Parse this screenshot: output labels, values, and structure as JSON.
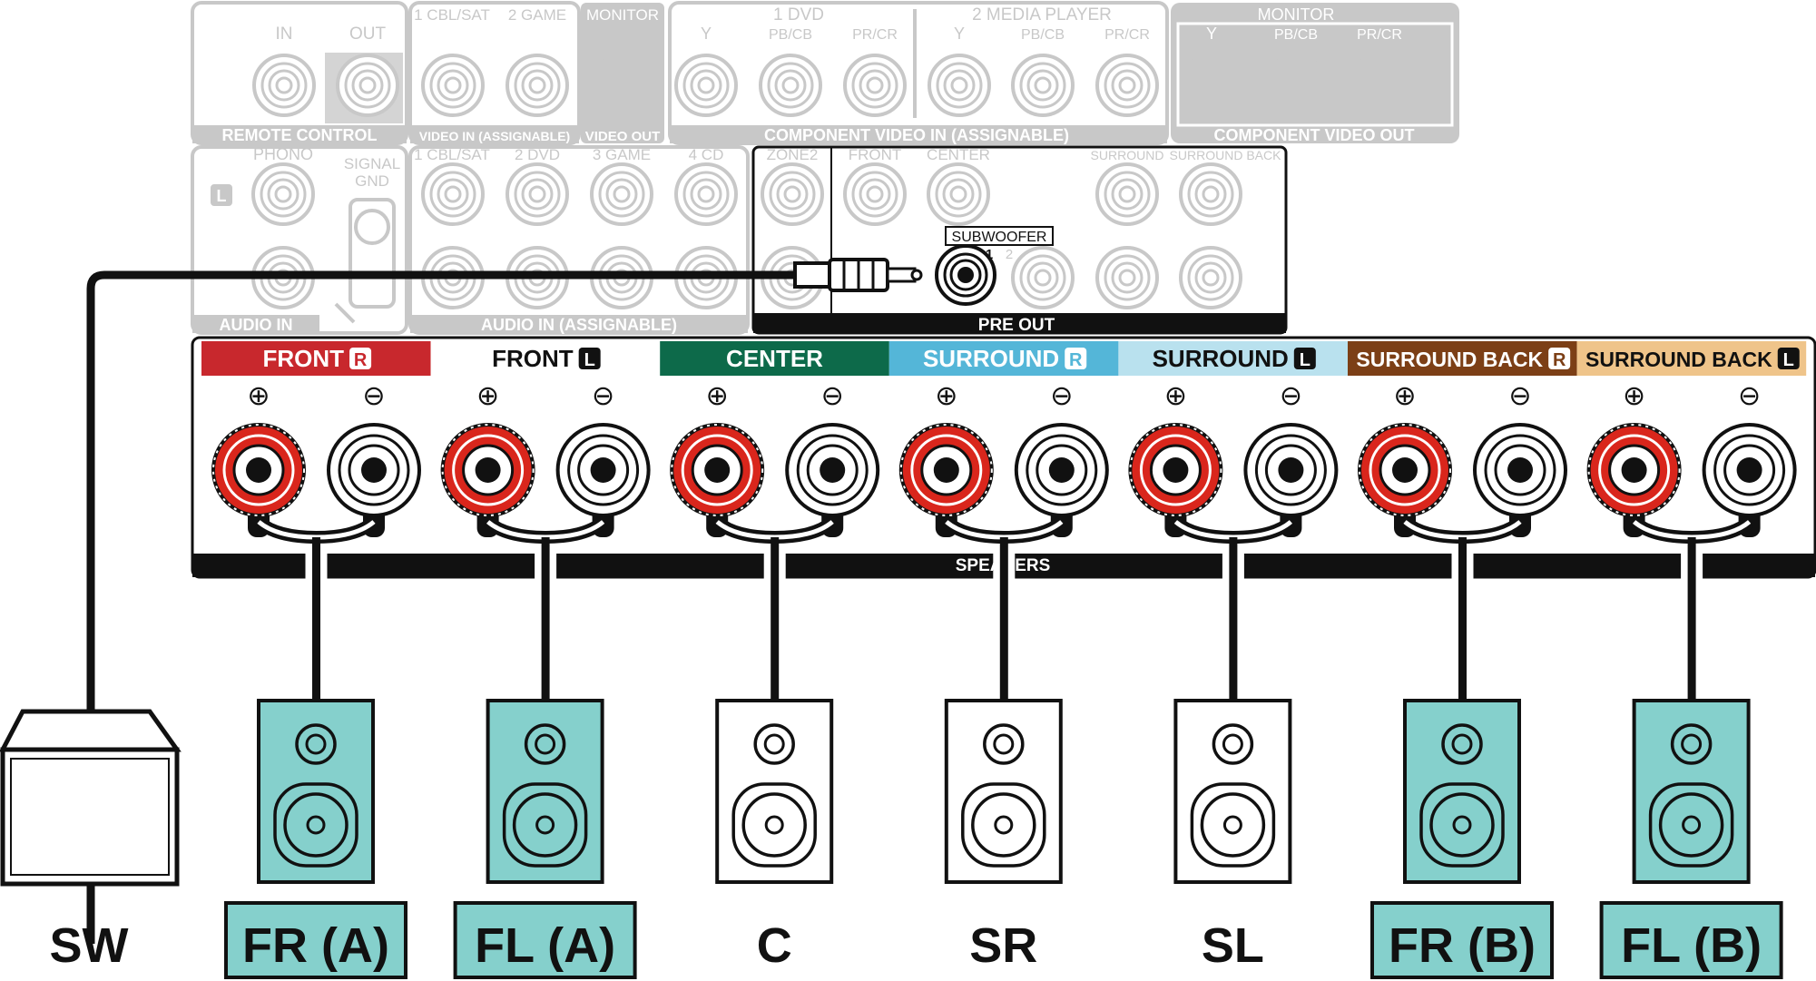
{
  "colors": {
    "faded_stroke": "#c8c8c8",
    "faded_fill": "#c8c8c8",
    "dark": "#111111",
    "red_terminal": "#d9261c",
    "speaker_teal": "#85d0cc",
    "front_r": "#c8282d",
    "center": "#0d6a4a",
    "surround_r": "#54b6d8",
    "surround_l": "#b9e1ee",
    "surround_back_r": "#7c3f16",
    "surround_back_l": "#efc48a"
  },
  "panel_top": {
    "remote_in": "IN",
    "remote_out": "OUT",
    "remote_label": "REMOTE CONTROL",
    "video_in_1": "1 CBL/SAT",
    "video_in_2": "2 GAME",
    "video_in_label": "VIDEO IN (ASSIGNABLE)",
    "video_out_monitor": "MONITOR",
    "video_out_label": "VIDEO OUT",
    "comp_in_1": "1 DVD",
    "comp_in_2": "2 MEDIA PLAYER",
    "comp_y": "Y",
    "comp_pb": "PB/CB",
    "comp_pr": "PR/CR",
    "comp_in_label": "COMPONENT VIDEO IN (ASSIGNABLE)",
    "comp_out_monitor": "MONITOR",
    "comp_out_label": "COMPONENT VIDEO OUT"
  },
  "panel_mid": {
    "phono": "PHONO",
    "l_badge": "L",
    "signal_gnd_1": "SIGNAL",
    "signal_gnd_2": "GND",
    "audio_in_label": "AUDIO IN",
    "ain_1": "1 CBL/SAT",
    "ain_2": "2 DVD",
    "ain_3": "3 GAME",
    "ain_4": "4 CD",
    "audio_in_assign_label": "AUDIO IN (ASSIGNABLE)",
    "zone2": "ZONE2",
    "front": "FRONT",
    "center": "CENTER",
    "surround": "SURROUND",
    "surround_back": "SURROUND BACK",
    "subwoofer": "SUBWOOFER",
    "sub_1": "1",
    "sub_2": "2",
    "pre_out_label": "PRE OUT"
  },
  "speaker_terminals": {
    "plus": "⊕",
    "minus": "⊖",
    "speakers_label": "SPEAKERS",
    "channels": [
      {
        "name": "FRONT",
        "badge": "R",
        "color": "#c8282d",
        "text_color": "#ffffff"
      },
      {
        "name": "FRONT",
        "badge": "L",
        "color": "#ffffff",
        "text_color": "#111111"
      },
      {
        "name": "CENTER",
        "badge": "",
        "color": "#0d6a4a",
        "text_color": "#ffffff"
      },
      {
        "name": "SURROUND",
        "badge": "R",
        "color": "#54b6d8",
        "text_color": "#ffffff"
      },
      {
        "name": "SURROUND",
        "badge": "L",
        "color": "#b9e1ee",
        "text_color": "#111111"
      },
      {
        "name": "SURROUND BACK",
        "badge": "R",
        "color": "#7c3f16",
        "text_color": "#ffffff"
      },
      {
        "name": "SURROUND BACK",
        "badge": "L",
        "color": "#efc48a",
        "text_color": "#111111"
      }
    ]
  },
  "speakers": [
    {
      "label": "SW",
      "highlight": false
    },
    {
      "label": "FR (A)",
      "highlight": true
    },
    {
      "label": "FL (A)",
      "highlight": true
    },
    {
      "label": "C",
      "highlight": false
    },
    {
      "label": "SR",
      "highlight": false
    },
    {
      "label": "SL",
      "highlight": false
    },
    {
      "label": "FR (B)",
      "highlight": true
    },
    {
      "label": "FL (B)",
      "highlight": true
    }
  ]
}
